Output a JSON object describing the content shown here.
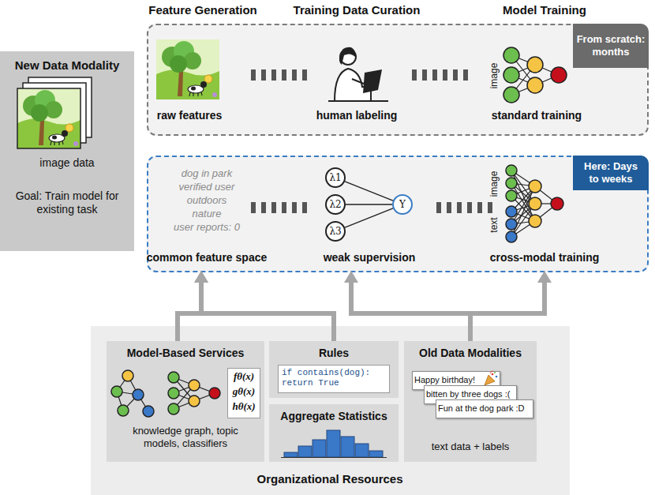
{
  "diagram": {
    "nodes": [
      {
        "text": [
          "New Data Modality",
          "image data",
          "Goal: Train model for existing task"
        ]
      },
      {
        "text": [
          "From scratch: months"
        ]
      },
      {
        "text": [
          "raw features"
        ],
        "in": 1
      },
      {
        "text": [
          "human labeling"
        ],
        "in": 1
      },
      {
        "text": [
          "image",
          "standard training"
        ],
        "in": 1
      },
      {
        "text": [
          "Here: Days to weeks"
        ]
      },
      {
        "text": [
          "dog in park",
          "verified user",
          "outdoors",
          "nature",
          "user reports: 0",
          "common feature space"
        ],
        "in": 5
      },
      {
        "text": [
          "weak supervision"
        ],
        "in": 5
      },
      {
        "text": [
          "λ1"
        ],
        "in": 7
      },
      {
        "text": [
          "λ2"
        ],
        "in": 7
      },
      {
        "text": [
          "λ3"
        ],
        "in": 7
      },
      {
        "text": [
          "Y"
        ],
        "in": 7
      },
      {
        "text": [
          "image",
          "text",
          "cross-modal training"
        ],
        "in": 5
      },
      {
        "text": [
          "Organizational Resources"
        ]
      },
      {
        "text": [
          "Model-Based Services",
          "knowledge graph, topic models, classifiers"
        ],
        "in": 13
      },
      {
        "text": [
          "fθ(x)",
          "gθ(x)",
          "hθ(x)"
        ],
        "in": 14
      },
      {
        "text": [
          "Rules"
        ],
        "in": 13
      },
      {
        "text": [
          "if contains(dog): return True"
        ],
        "in": 16
      },
      {
        "text": [
          "Aggregate Statistics"
        ],
        "in": 13
      },
      {
        "text": [
          "Old Data Modalities",
          "text data + labels"
        ],
        "in": 13
      },
      {
        "text": [
          "Happy birthday!"
        ],
        "in": 19
      },
      {
        "text": [
          "bitten by three dogs :("
        ],
        "in": 19
      },
      {
        "text": [
          "Fun at the dog park :D"
        ],
        "in": 19
      }
    ],
    "edges": [
      {
        "from": 8,
        "to": 11,
        "arrow": "none"
      },
      {
        "from": 9,
        "to": 11,
        "arrow": "none"
      },
      {
        "from": 10,
        "to": 11,
        "arrow": "none"
      },
      {
        "from": 14,
        "to": 6,
        "arrow": "to"
      },
      {
        "from": 16,
        "to": 6,
        "arrow": "to"
      },
      {
        "from": 19,
        "to": 7,
        "arrow": "to"
      },
      {
        "from": 19,
        "to": 12,
        "arrow": "to"
      }
    ],
    "labels": [
      "Feature Generation",
      "Training Data Curation",
      "Model Training"
    ]
  }
}
